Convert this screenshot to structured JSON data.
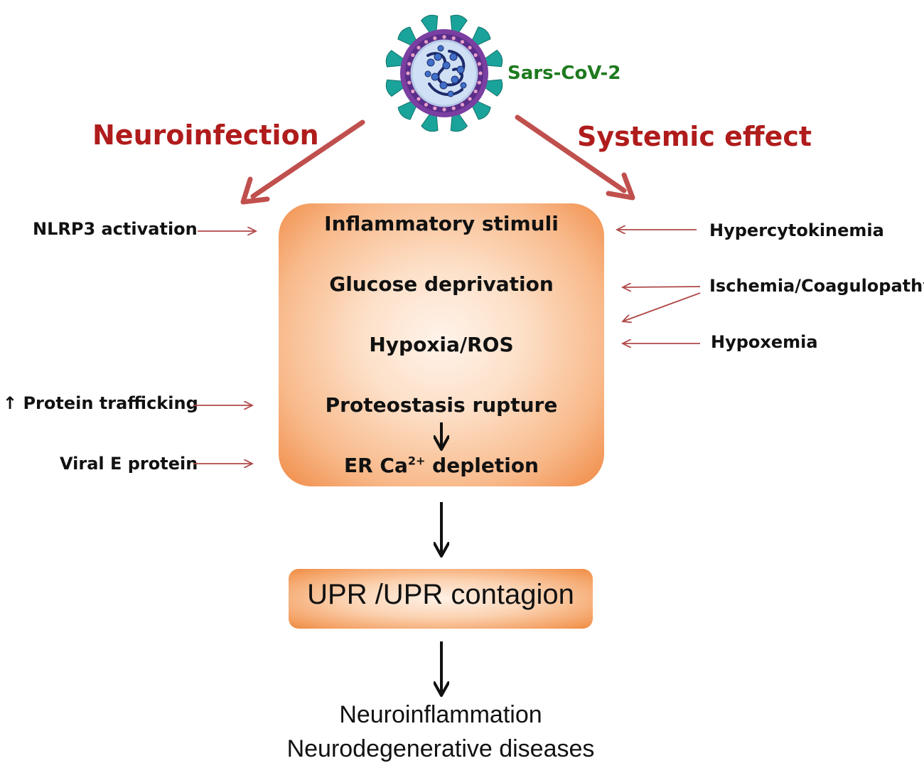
{
  "virus": {
    "label": "Sars-CoV-2",
    "icon": "coronavirus-icon"
  },
  "branches": {
    "left": "Neuroinfection",
    "right": "Systemic effect"
  },
  "stimuli": {
    "inflammatory": "Inflammatory stimuli",
    "glucose": "Glucose deprivation",
    "hypoxia": "Hypoxia/ROS",
    "proteostasis": "Proteostasis rupture",
    "er_prefix": "ER Ca",
    "er_sup": "2+",
    "er_suffix": " depletion"
  },
  "left_inputs": {
    "nlrp3": "NLRP3 activation",
    "protein_trafficking": "↑ Protein trafficking",
    "viral_e": "Viral E protein"
  },
  "right_inputs": {
    "hypercytokinemia": "Hypercytokinemia",
    "ischemia": "Ischemia/Coagulopathy",
    "hypoxemia": "Hypoxemia"
  },
  "upr": {
    "label": "UPR /UPR contagion"
  },
  "outcomes": {
    "line1": "Neuroinflammation",
    "line2": "Neurodegenerative diseases"
  },
  "colors": {
    "branch_text": "#b01c1c",
    "branch_arrow": "#c0504d",
    "thin_arrow": "#b04848",
    "virus_label": "#1e7a1e",
    "box_orange": "#f08a45"
  }
}
